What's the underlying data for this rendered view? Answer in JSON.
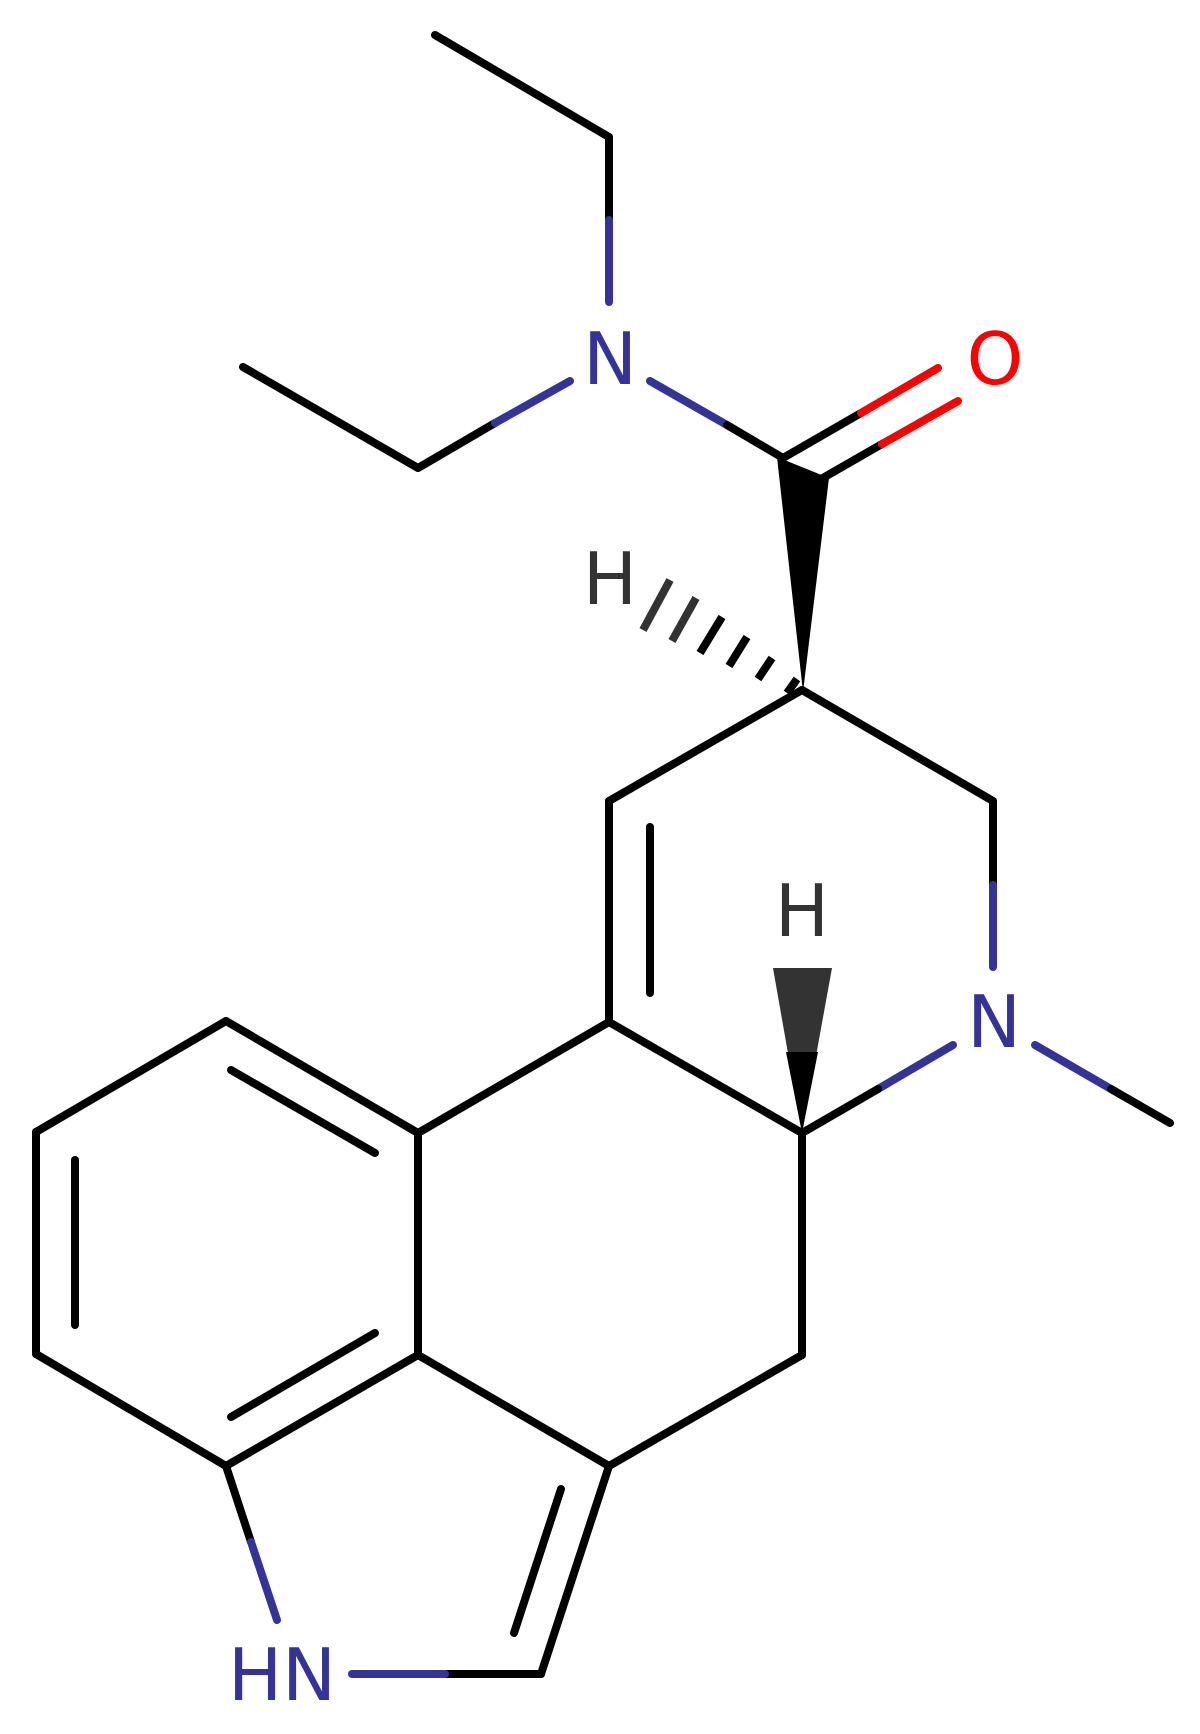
{
  "colors": {
    "carbon": "#000000",
    "nitrogen": "#33339a",
    "oxygen": "#ff0000",
    "hydrogen": "#333333",
    "background": "#ffffff"
  },
  "labels": {
    "amide_nitrogen": "N",
    "carbonyl_oxygen": "O",
    "ring_nitrogen": "N",
    "indole_nitrogen": "HN",
    "hydrogen_c8": "H",
    "hydrogen_c5": "H"
  }
}
